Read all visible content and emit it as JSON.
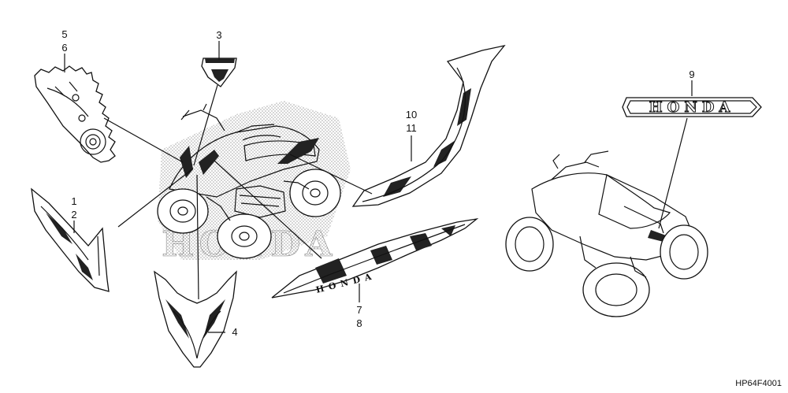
{
  "diagram": {
    "code": "HP64F4001",
    "brand": "HONDA",
    "callouts": {
      "c1": "1",
      "c2": "2",
      "c3": "3",
      "c4": "4",
      "c5": "5",
      "c6": "6",
      "c7": "7",
      "c8": "8",
      "c9": "9",
      "c10": "10",
      "c11": "11"
    }
  }
}
